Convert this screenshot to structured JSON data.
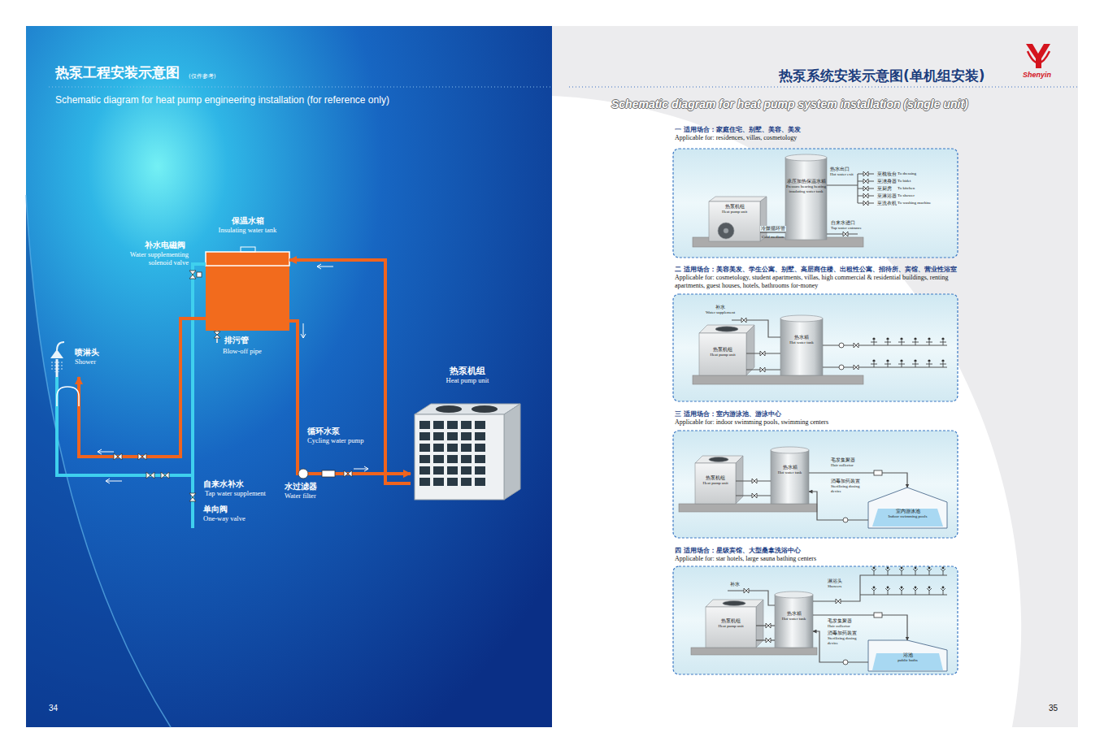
{
  "diagram": {
    "title": "热泵工程安装示意图",
    "nodes": [
      {
        "text": [
          "保温水箱",
          "Insulating water tank"
        ]
      },
      {
        "text": [
          "热泵机组",
          "Heat pump unit"
        ]
      },
      {
        "text": [
          "喷淋头",
          "Shower"
        ]
      },
      {
        "text": [
          "一 适用场合：家庭住宅、别墅、美容、美发",
          "Applicable for: residences, villas, cosmetology"
        ]
      },
      {
        "text": [
          "热泵机组",
          "Heat pump unit"
        ],
        "in": 3
      },
      {
        "text": [
          "承压加热保温水箱",
          "Pressure bearing heating insulating water tank"
        ],
        "in": 3
      },
      {
        "text": [
          "二 适用场合：美容美发、学生公寓、别墅、高层商住楼、出租性公寓、招待所、宾馆、营业性浴室",
          "Applicable for: cosmetology, student apartments, villas, high commercial & residential buildings, renting apartments, guest houses, hotels, bathrooms for-money"
        ]
      },
      {
        "text": [
          "热泵机组",
          "Heat pump unit"
        ],
        "in": 6
      },
      {
        "text": [
          "热水箱",
          "Hot water tank"
        ],
        "in": 6
      },
      {
        "text": [
          "三 适用场合：室内游泳池、游泳中心",
          "Applicable for: indoor swimming pools, swimming centers"
        ]
      },
      {
        "text": [
          "热泵机组",
          "Heat pump unit"
        ],
        "in": 9
      },
      {
        "text": [
          "热水箱",
          "Hot water tank"
        ],
        "in": 9
      },
      {
        "text": [
          "室内游泳池",
          "Indoor swimming pools"
        ],
        "in": 9
      },
      {
        "text": [
          "四 适用场合：星级宾馆、大型桑拿洗浴中心",
          "Applicable for: star hotels, large sauna bathing centers"
        ]
      },
      {
        "text": [
          "热泵机组",
          "Heat pump unit"
        ],
        "in": 13
      },
      {
        "text": [
          "热水箱",
          "Hot water tank"
        ],
        "in": 13
      },
      {
        "text": [
          "浴池",
          "public baths"
        ],
        "in": 13
      }
    ],
    "edges": [
      {
        "from": 1,
        "to": 0,
        "arrow": "to"
      },
      {
        "from": 0,
        "to": 1,
        "arrow": "to"
      },
      {
        "from": 0,
        "to": 2,
        "arrow": "to"
      },
      {
        "from": 4,
        "to": 5,
        "label": "冷媒循环管",
        "arrow": "none"
      },
      {
        "from": 7,
        "to": 8,
        "arrow": "none"
      },
      {
        "from": 8,
        "to": 7,
        "arrow": "none"
      },
      {
        "from": 10,
        "to": 11,
        "arrow": "none"
      },
      {
        "from": 11,
        "to": 10,
        "arrow": "none"
      },
      {
        "from": 11,
        "to": 12,
        "arrow": "to"
      },
      {
        "from": 12,
        "to": 11,
        "arrow": "to"
      },
      {
        "from": 14,
        "to": 15,
        "arrow": "none"
      },
      {
        "from": 15,
        "to": 14,
        "arrow": "none"
      },
      {
        "from": 15,
        "to": 16,
        "arrow": "to"
      },
      {
        "from": 16,
        "to": 15,
        "arrow": "to"
      }
    ],
    "labels": [
      "(仅作参考)",
      "Schematic diagram for heat pump engineering installation (for reference only)",
      "补水电磁阀",
      "Water supplementing solenoid valve",
      "排污管",
      "Blow-off pipe",
      "循环水泵",
      "Cycling water pump",
      "水过滤器",
      "Water filter",
      "自来水补水",
      "Tap water supplement",
      "单向阀",
      "One-way valve",
      "34",
      "热泵系统安装示意图(单机组安装)",
      "Schematic diagram for heat pump system installation (single unit)",
      "Shenyin",
      "热水出口",
      "Hot water exit",
      "Cold medium",
      "自来水进口",
      "Tap water entrance",
      "至梳妆台",
      "To dressing",
      "至洁身器",
      "To bidet",
      "至厨房",
      "To kitchen",
      "至淋浴器",
      "To shower",
      "至洗衣机",
      "To washing machine",
      "补水",
      "Water supplement",
      "毛发集聚器",
      "Hair collector",
      "消毒加药装置",
      "Sterilizing dosing device",
      "补水",
      "淋浴头",
      "Showers",
      "毛发集聚器",
      "Hair collector",
      "消毒加药装置",
      "Sterilizing dosing device",
      "35"
    ]
  }
}
